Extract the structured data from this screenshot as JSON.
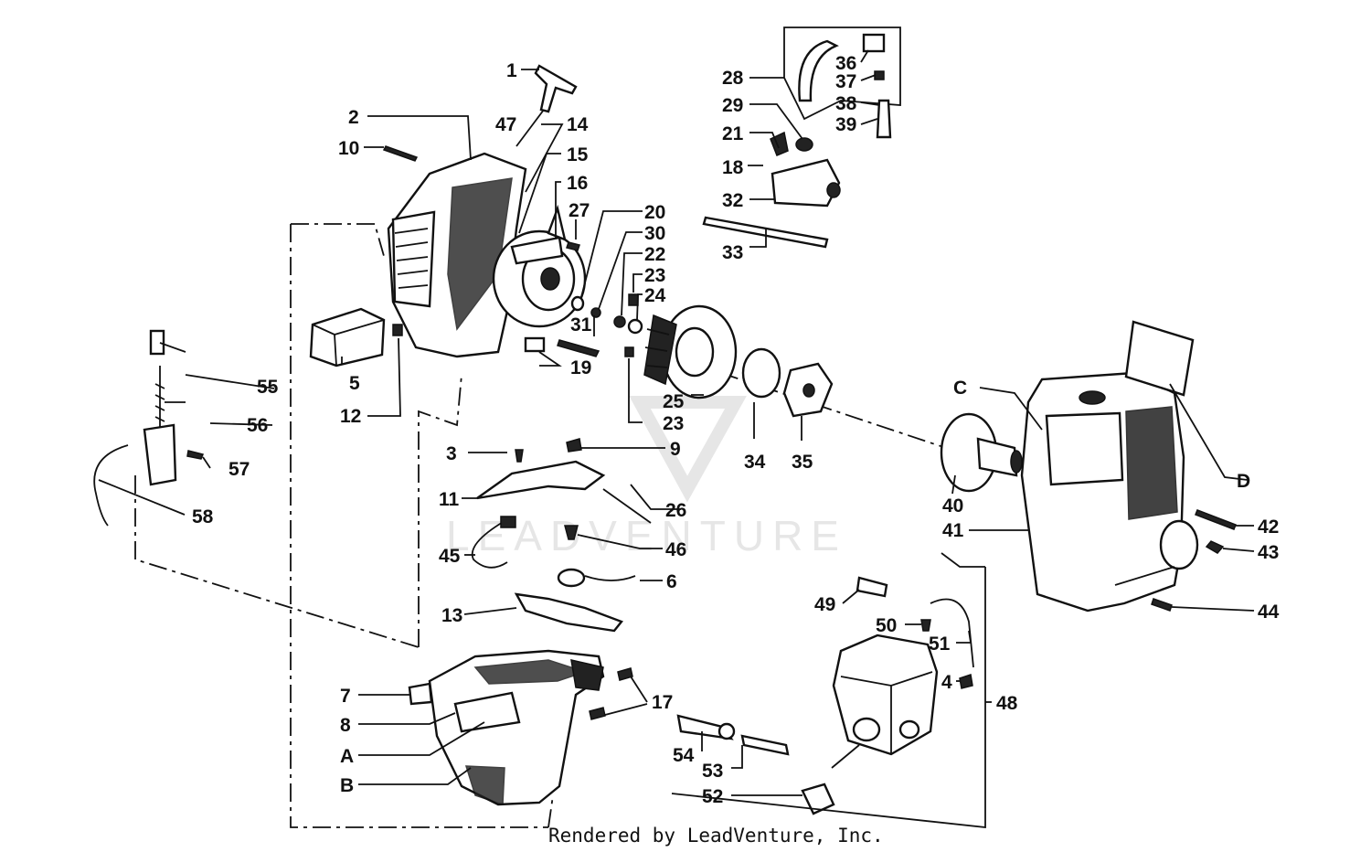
{
  "diagram": {
    "watermark": "LEADVENTURE",
    "footer": "Rendered by LeadVenture, Inc.",
    "callouts": {
      "c1": "1",
      "c2": "2",
      "c3": "3",
      "c4": "4",
      "c5": "5",
      "c6": "6",
      "c7": "7",
      "c8": "8",
      "c9": "9",
      "c10": "10",
      "c11": "11",
      "c12": "12",
      "c13": "13",
      "c14": "14",
      "c15": "15",
      "c16": "16",
      "c17": "17",
      "c18": "18",
      "c19": "19",
      "c20": "20",
      "c21": "21",
      "c22": "22",
      "c23a": "23",
      "c23b": "23",
      "c24": "24",
      "c25": "25",
      "c26": "26",
      "c27": "27",
      "c28": "28",
      "c29": "29",
      "c30": "30",
      "c31": "31",
      "c32": "32",
      "c33": "33",
      "c34": "34",
      "c35": "35",
      "c36": "36",
      "c37": "37",
      "c38": "38",
      "c39": "39",
      "c40": "40",
      "c41": "41",
      "c42": "42",
      "c43": "43",
      "c44": "44",
      "c45": "45",
      "c46": "46",
      "c47": "47",
      "c48": "48",
      "c49": "49",
      "c50": "50",
      "c51": "51",
      "c52": "52",
      "c53": "53",
      "c54": "54",
      "c55": "55",
      "c56": "56",
      "c57": "57",
      "c58": "58",
      "cA": "A",
      "cB": "B",
      "cC": "C",
      "cD": "D"
    }
  }
}
